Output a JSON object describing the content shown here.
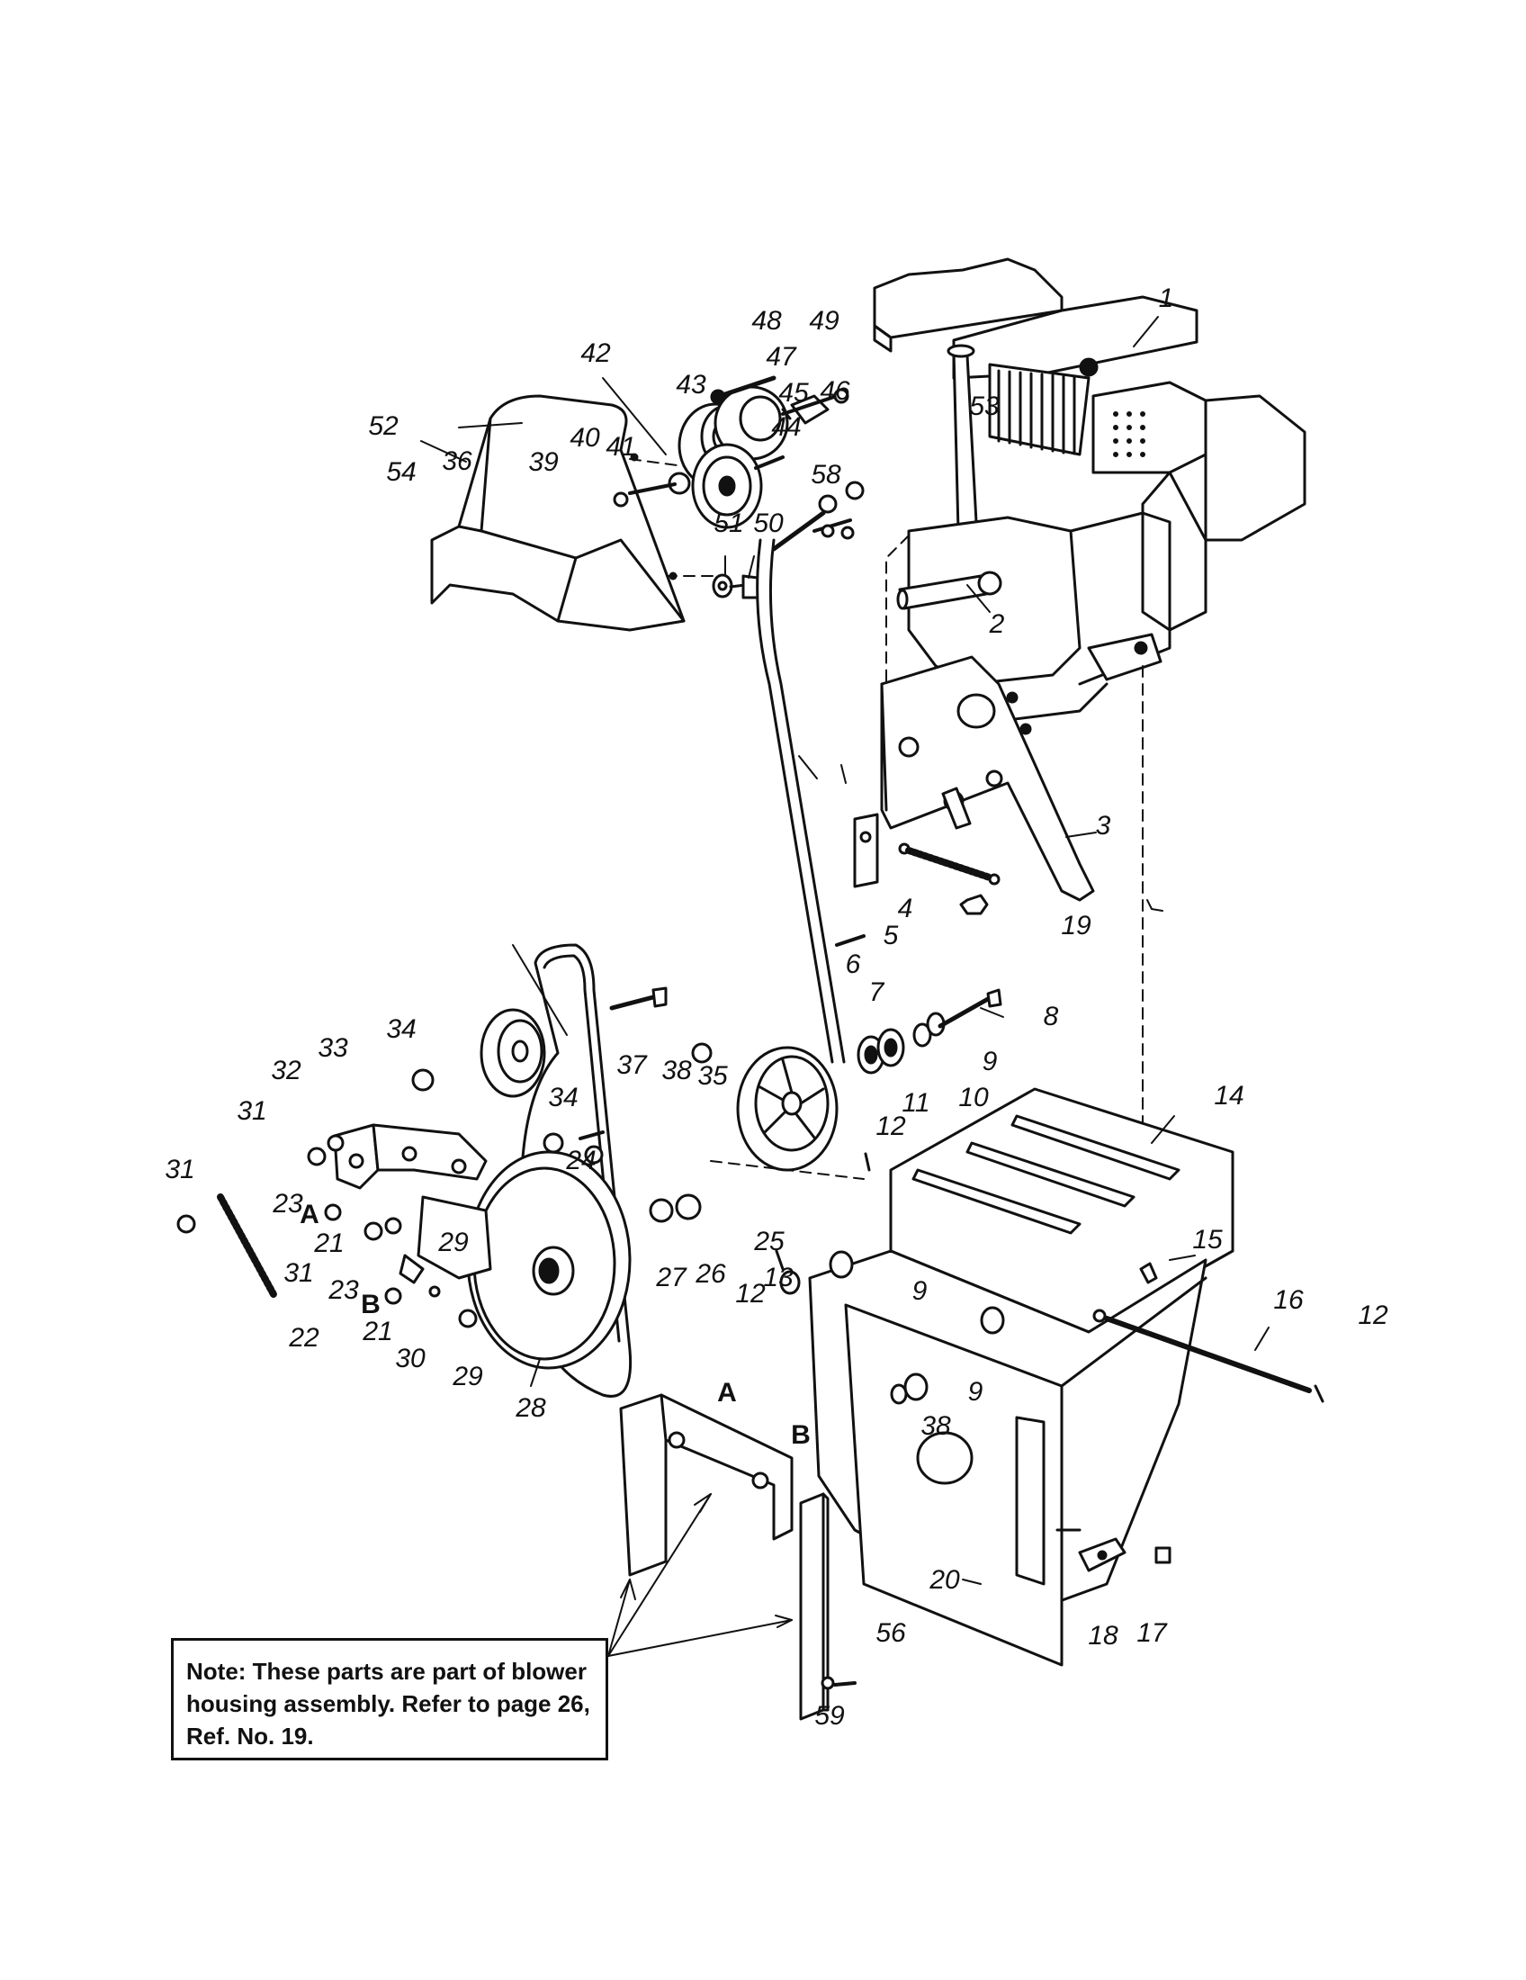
{
  "note": {
    "line1": "Note: These parts are part of blower",
    "line2": "housing assembly. Refer to page 26,",
    "line3": "Ref. No. 19."
  },
  "callouts": {
    "c1": "1",
    "c2": "2",
    "c3": "3",
    "c4": "4",
    "c5": "5",
    "c6": "6",
    "c7": "7",
    "c8": "8",
    "c9a": "9",
    "c9b": "9",
    "c9c": "9",
    "c10": "10",
    "c11": "11",
    "c12a": "12",
    "c12b": "12",
    "c12c": "12",
    "c13": "13",
    "c14": "14",
    "c15": "15",
    "c16": "16",
    "c17": "17",
    "c18": "18",
    "c19": "19",
    "c20": "20",
    "c21a": "21",
    "c21b": "21",
    "c22": "22",
    "c23a": "23",
    "c23b": "23",
    "c24": "24",
    "c25": "25",
    "c26": "26",
    "c27": "27",
    "c28": "28",
    "c29a": "29",
    "c29b": "29",
    "c30": "30",
    "c31a": "31",
    "c31b": "31",
    "c31c": "31",
    "c32": "32",
    "c33": "33",
    "c34a": "34",
    "c34b": "34",
    "c35": "35",
    "c36": "36",
    "c37": "37",
    "c38a": "38",
    "c38b": "38",
    "c39": "39",
    "c40": "40",
    "c41": "41",
    "c42": "42",
    "c43": "43",
    "c44": "44",
    "c45": "45",
    "c46": "46",
    "c47": "47",
    "c48": "48",
    "c49": "49",
    "c50": "50",
    "c51": "51",
    "c52": "52",
    "c53": "53",
    "c54": "54",
    "c56": "56",
    "c58": "58",
    "c59": "59",
    "cA1": "A",
    "cA2": "A",
    "cB1": "B",
    "cB2": "B"
  }
}
